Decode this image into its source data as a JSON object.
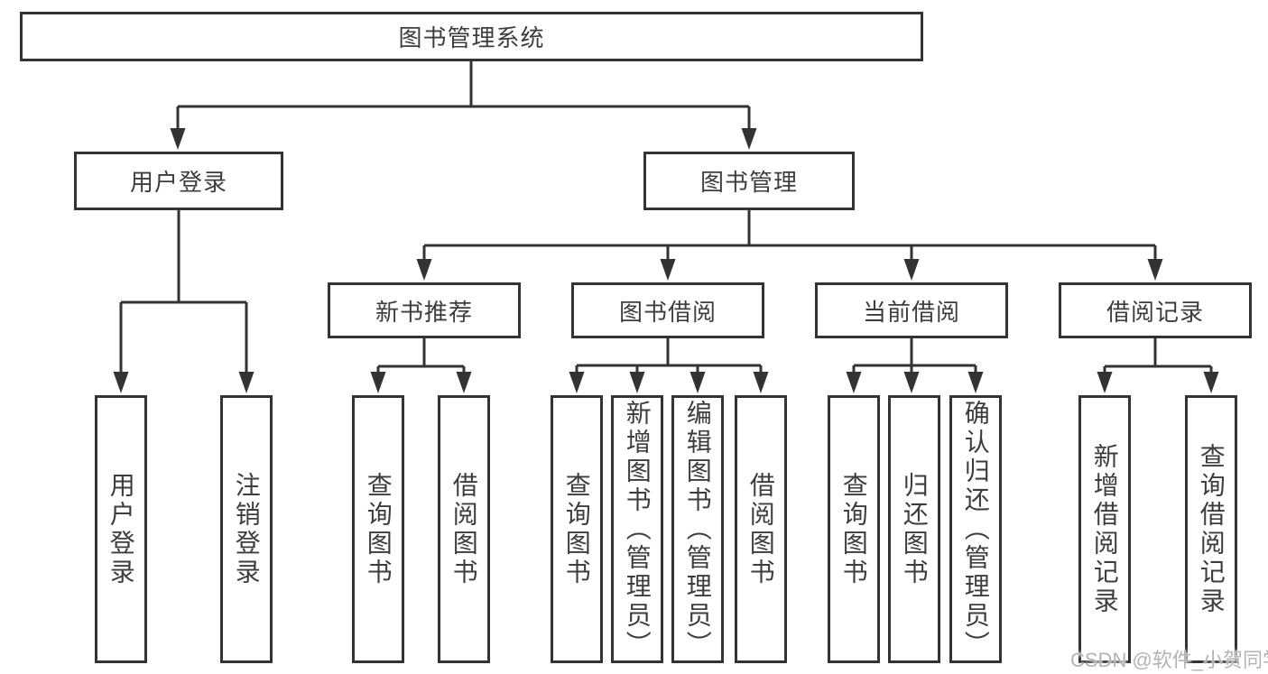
{
  "tree": {
    "root": {
      "label": "图书管理系统"
    },
    "branches": [
      {
        "label": "用户登录",
        "children": [
          {
            "label": "用户登录"
          },
          {
            "label": "注销登录"
          }
        ]
      },
      {
        "label": "图书管理",
        "children": [
          {
            "label": "新书推荐",
            "children": [
              {
                "label": "查询图书"
              },
              {
                "label": "借阅图书"
              }
            ]
          },
          {
            "label": "图书借阅",
            "children": [
              {
                "label": "查询图书"
              },
              {
                "label": "新增图书（管理员）"
              },
              {
                "label": "编辑图书（管理员）"
              },
              {
                "label": "借阅图书"
              }
            ]
          },
          {
            "label": "当前借阅",
            "children": [
              {
                "label": "查询图书"
              },
              {
                "label": "归还图书"
              },
              {
                "label": "确认归还（管理员）"
              }
            ]
          },
          {
            "label": "借阅记录",
            "children": [
              {
                "label": "新增借阅记录"
              },
              {
                "label": "查询借阅记录"
              }
            ]
          }
        ]
      }
    ]
  },
  "watermark": "CSDN @软件_小贺同学",
  "colors": {
    "line": "#333333",
    "text": "#3d3d3d",
    "watermark": "#b3b3b3",
    "background": "#ffffff"
  }
}
